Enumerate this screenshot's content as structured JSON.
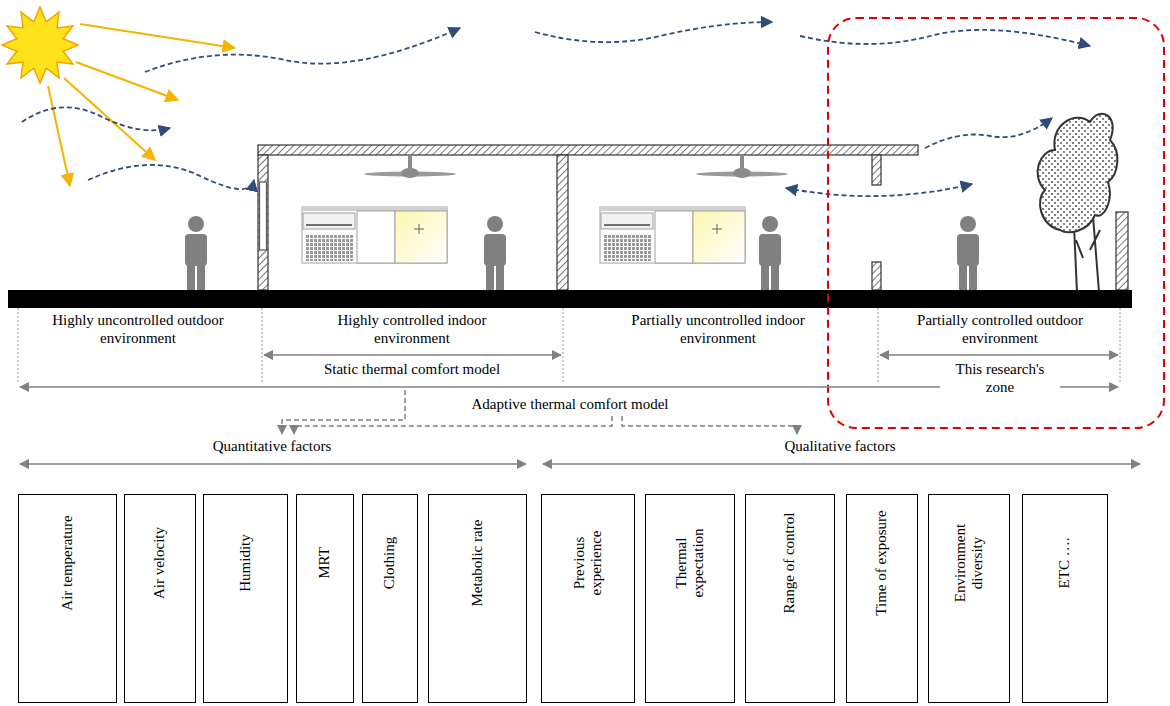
{
  "diagram": {
    "nodes": [
      {
        "text": [
          "Air temperature"
        ]
      },
      {
        "text": [
          "Air velocity"
        ]
      },
      {
        "text": [
          "Humidity"
        ]
      },
      {
        "text": [
          "MRT"
        ]
      },
      {
        "text": [
          "Clothing"
        ]
      },
      {
        "text": [
          "Metabolic rate"
        ]
      },
      {
        "text": [
          "Previous experience"
        ]
      },
      {
        "text": [
          "Thermal expectation"
        ]
      },
      {
        "text": [
          "Range of control"
        ]
      },
      {
        "text": [
          "Time of exposure"
        ]
      },
      {
        "text": [
          "Environment diversity"
        ]
      },
      {
        "text": [
          "ETC …."
        ]
      }
    ],
    "labels": [
      "Highly uncontrolled outdoor environment",
      "Highly controlled indoor environment",
      "Static thermal comfort model",
      "Partially uncontrolled indoor environment",
      "Partially controlled outdoor environment",
      "This research's zone",
      "Adaptive thermal comfort model",
      "Quantitative factors",
      "Qualitative factors"
    ]
  }
}
